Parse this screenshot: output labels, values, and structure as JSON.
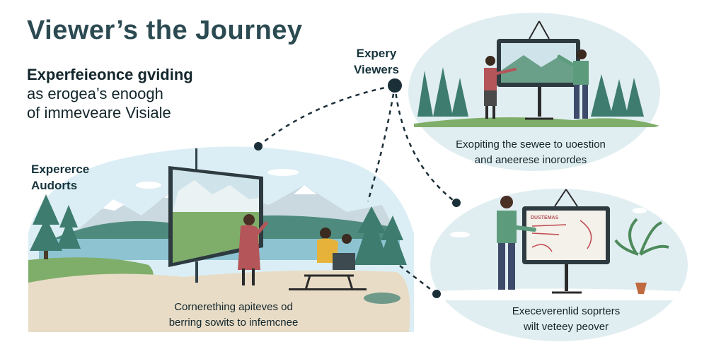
{
  "title": "Viewer’s the Journey",
  "subtitle": {
    "line1": "Experfeieonce gviding",
    "line2": "as erogea’s enoogh",
    "line3": "of immeveare Visiale"
  },
  "left_label": {
    "line1": "Expererce",
    "line2": "Audorts"
  },
  "top_label": {
    "line1": "Expery",
    "line2": "Viewers"
  },
  "top_scene_caption": {
    "line1": "Exopiting the sewee to uoestion",
    "line2": "and aneerese inorordes"
  },
  "main_scene_caption": {
    "line1": "Cornerething apiteves od",
    "line2": "berring sowits to infemcnee"
  },
  "right_scene_caption": {
    "line1": "Execeverenlid soprters",
    "line2": "wilt veteey peover"
  },
  "board_text": "DUSTEMAS",
  "colors": {
    "title": "#2b4a52",
    "oval_fill": "#e1eef1",
    "tree": "#3d7c6e",
    "connector": "#1b2f38"
  },
  "icons": [
    "tree-icon",
    "mountain-icon",
    "display-board-icon",
    "person-icon",
    "potted-plant-icon",
    "cloud-icon"
  ]
}
